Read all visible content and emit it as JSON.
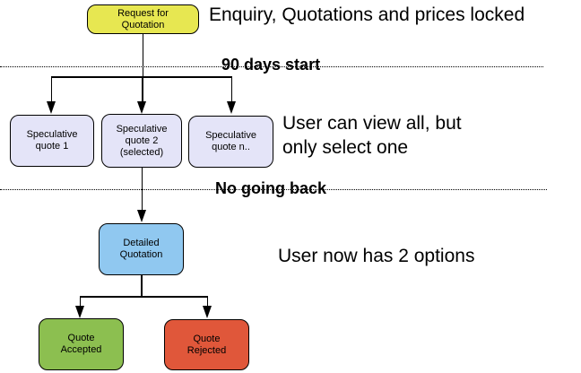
{
  "diagram": {
    "nodes": {
      "request": {
        "label": "Request for\nQuotation",
        "color": "#e7e751"
      },
      "spec1": {
        "label": "Speculative\nquote 1",
        "color": "#e4e4f8"
      },
      "spec2": {
        "label": "Speculative\nquote 2\n(selected)",
        "color": "#e4e4f8"
      },
      "specn": {
        "label": "Speculative\nquote n..",
        "color": "#e4e4f8"
      },
      "detailed": {
        "label": "Detailed\nQuotation",
        "color": "#90c8f0"
      },
      "accepted": {
        "label": "Quote\nAccepted",
        "color": "#8cbf50"
      },
      "rejected": {
        "label": "Quote\nRejected",
        "color": "#e0573a"
      }
    },
    "annotations": {
      "enquiry": "Enquiry, Quotations and prices locked",
      "view_all": "User can view all, but\nonly select one",
      "two_options": "User now has 2 options"
    },
    "phase_markers": {
      "days_start": "90 days start",
      "no_going_back": "No going back"
    },
    "colors": {
      "background": "#ffffff",
      "line": "#000000",
      "request_yellow": "#e7e751",
      "speculative_lavender": "#e4e4f8",
      "detailed_blue": "#90c8f0",
      "accepted_green": "#8cbf50",
      "rejected_red": "#e0573a"
    }
  }
}
